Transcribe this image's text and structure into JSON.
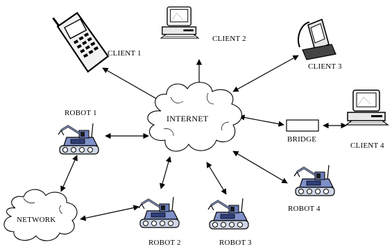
{
  "diagram": {
    "hub_label": "INTERNET",
    "network_label": "NETWORK",
    "bridge_label": "BRIDGE",
    "clients": [
      {
        "label": "CLIENT 1",
        "icon": "mobile-phone-icon"
      },
      {
        "label": "CLIENT 2",
        "icon": "desktop-computer-icon"
      },
      {
        "label": "CLIENT 3",
        "icon": "pda-icon"
      },
      {
        "label": "CLIENT 4",
        "icon": "desktop-computer-icon"
      }
    ],
    "robots": [
      {
        "label": "ROBOT 1",
        "icon": "robot-arm-icon"
      },
      {
        "label": "ROBOT 2",
        "icon": "robot-arm-icon"
      },
      {
        "label": "ROBOT 3",
        "icon": "robot-arm-icon"
      },
      {
        "label": "ROBOT 4",
        "icon": "robot-arm-icon"
      }
    ]
  }
}
